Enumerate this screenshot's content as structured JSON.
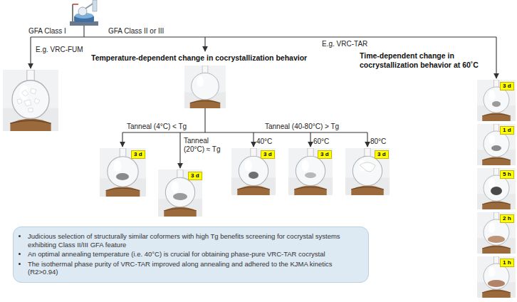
{
  "diagram": {
    "nodes": [
      {
        "text": [
          "3 d"
        ]
      },
      {
        "text": [
          "3 d"
        ]
      },
      {
        "text": [
          "3 d"
        ]
      },
      {
        "text": [
          "3 d"
        ]
      },
      {
        "text": [
          "3 d"
        ]
      },
      {
        "text": [
          "3 d"
        ]
      },
      {
        "text": [
          "1 d"
        ]
      },
      {
        "text": [
          "5 h"
        ]
      },
      {
        "text": [
          "2 h"
        ]
      },
      {
        "text": [
          "1 h"
        ]
      },
      {
        "text": [
          "Judicious selection of structurally similar coformers with high Tg benefits screening for cocrystal systems exhibiting Class II/III GFA feature",
          "An optimal annealing temperature (i.e. 40°C) is crucial for obtaining phase-pure VRC-TAR cocrystal",
          "The isothermal phase purity of VRC-TAR improved along annealing and adhered to the KJMA kinetics (R2>0.94)"
        ]
      }
    ],
    "labels": [
      "GFA Class I",
      "E.g. VRC-FUM",
      "GFA Class II or III",
      "E.g. VRC-TAR",
      "Temperature-dependent change in cocrystallization behavior",
      "Time-dependent change in cocrystallization behavior at 60˚C",
      "Tanneal (4°C) < Tg",
      "Tanneal (20°C) ≈ Tg",
      "Tanneal (40-80°C) > Tg",
      "40°C",
      "60°C",
      "80°C"
    ]
  }
}
